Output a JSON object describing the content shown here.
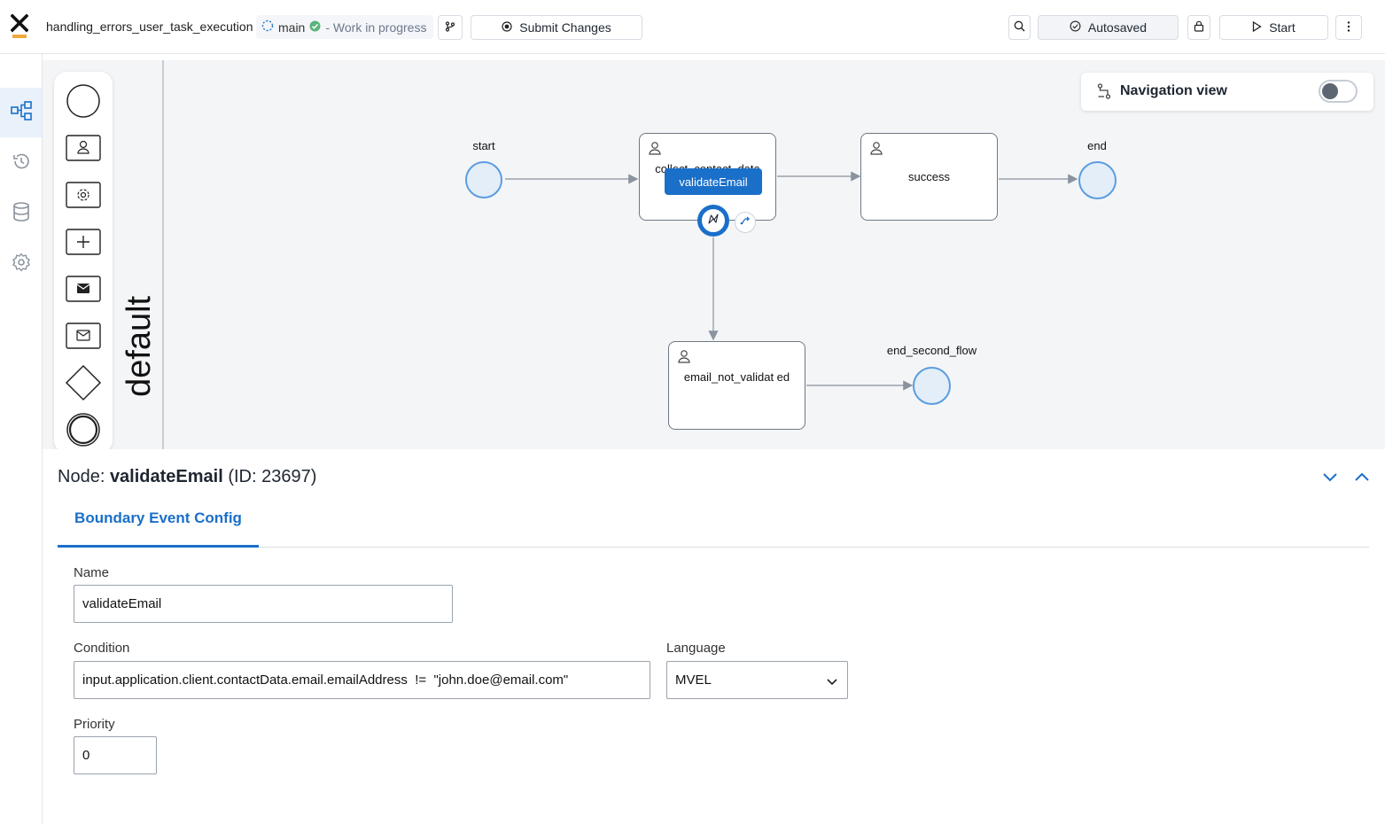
{
  "header": {
    "process_name": "handling_errors_user_task_execution",
    "branch": "main",
    "status": "- Work in progress",
    "submit_label": "Submit Changes",
    "autosave_label": "Autosaved",
    "start_label": "Start"
  },
  "sidebar": {
    "items": [
      {
        "icon": "process-diagram-icon",
        "active": true
      },
      {
        "icon": "history-icon",
        "active": false
      },
      {
        "icon": "database-icon",
        "active": false
      },
      {
        "icon": "gear-icon",
        "active": false
      }
    ]
  },
  "palette": {
    "items": [
      "start-event-icon",
      "user-task-icon",
      "service-task-icon",
      "subprocess-icon",
      "message-send-icon",
      "message-receive-icon",
      "gateway-icon",
      "end-event-icon"
    ]
  },
  "canvas": {
    "lane_label": "default",
    "navigation_view_label": "Navigation view",
    "nodes": {
      "start": "start",
      "collect_task": "collect_contact_data",
      "success": "success",
      "end": "end",
      "email_not_validated": "email_not_validat ed",
      "end_second_flow": "end_second_flow"
    },
    "tooltip": "validateEmail"
  },
  "panel": {
    "node_prefix": "Node:",
    "node_name": "validateEmail",
    "node_id": "(ID: 23697)",
    "tab_label": "Boundary Event Config",
    "name_label": "Name",
    "name_value": "validateEmail",
    "condition_label": "Condition",
    "condition_value": "input.application.client.contactData.email.emailAddress  !=  \"john.doe@email.com\"",
    "language_label": "Language",
    "language_value": "MVEL",
    "priority_label": "Priority",
    "priority_value": "0"
  },
  "colors": {
    "accent": "#1a6fc9",
    "event_stroke": "#5b9ddf",
    "event_fill": "#e3eef9",
    "logo_orange": "#f2a93b"
  }
}
